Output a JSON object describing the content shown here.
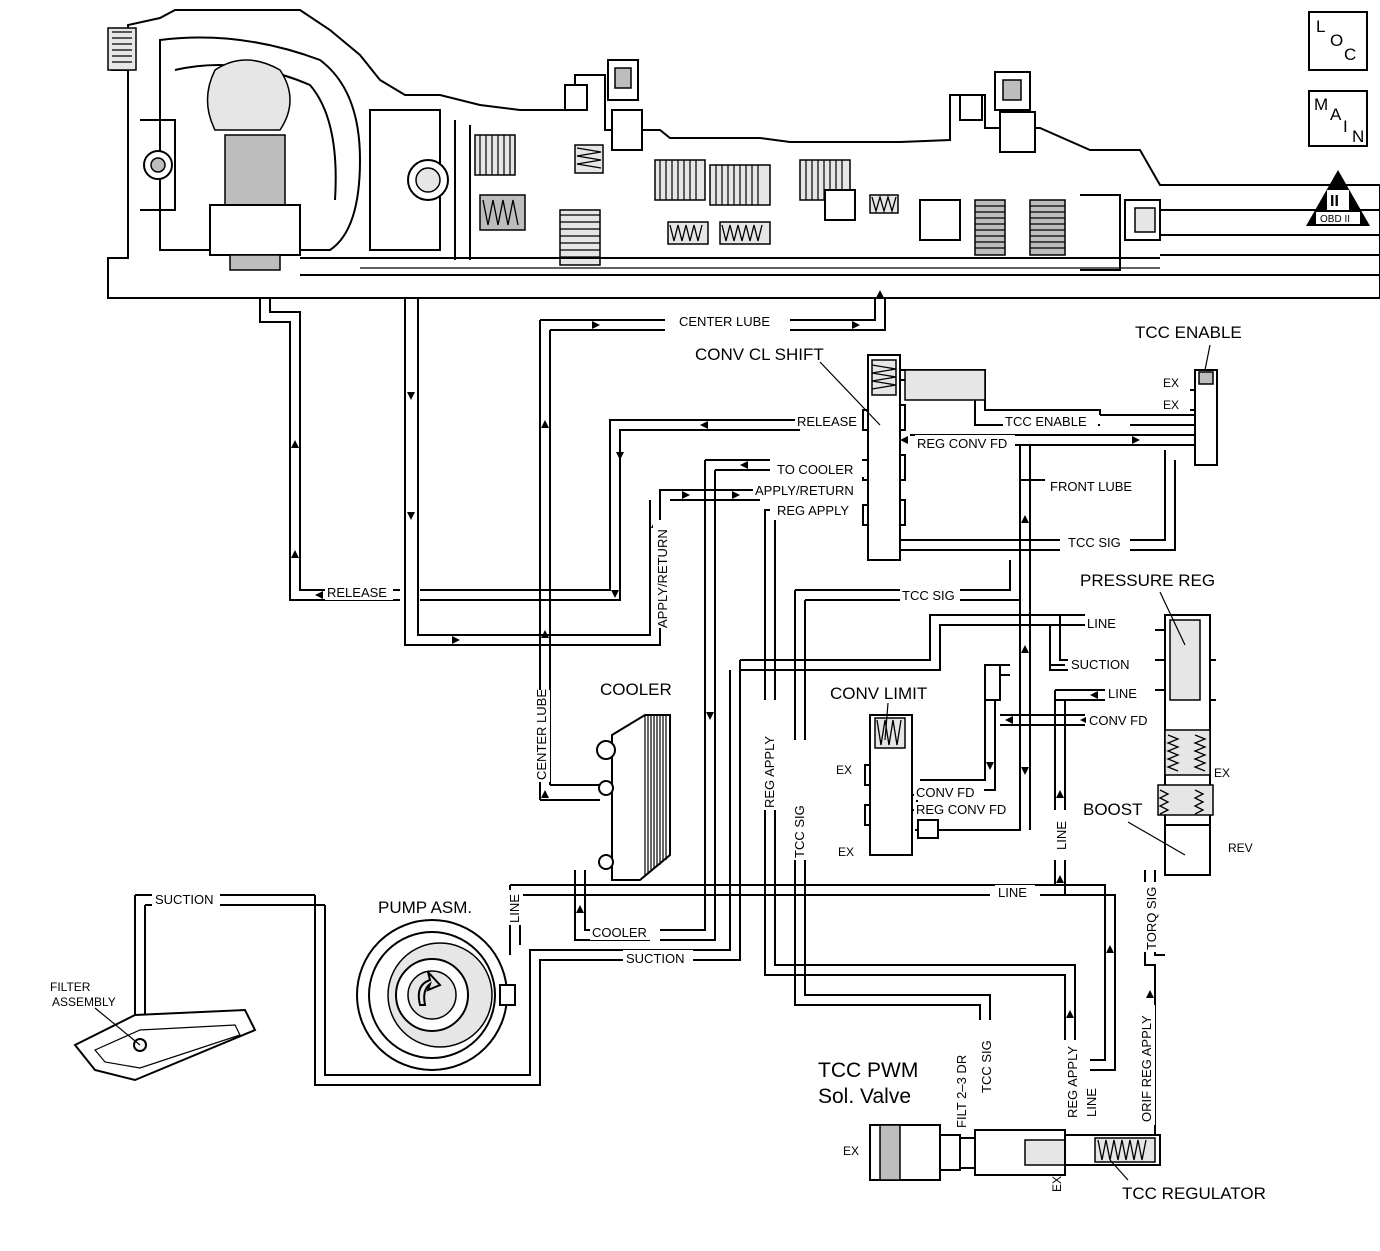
{
  "badges": {
    "loc": [
      "L",
      "O",
      "C"
    ],
    "main": [
      "M",
      "A",
      "I",
      "N"
    ],
    "obd_numeral": "II",
    "obd_label": "OBD II"
  },
  "components": {
    "conv_cl_shift": "CONV CL SHIFT",
    "tcc_enable": "TCC ENABLE",
    "pressure_reg": "PRESSURE REG",
    "conv_limit": "CONV LIMIT",
    "boost": "BOOST",
    "cooler": "COOLER",
    "pump": "PUMP ASM.",
    "filter": [
      "FILTER",
      "ASSEMBLY"
    ],
    "tcc_pwm": [
      "TCC PWM",
      "Sol. Valve"
    ],
    "tcc_regulator": "TCC REGULATOR"
  },
  "passages": {
    "center_lube": "CENTER LUBE",
    "release": "RELEASE",
    "tcc_enable": "TCC ENABLE",
    "reg_conv_fd": "REG CONV FD",
    "to_cooler": "TO COOLER",
    "apply_return": "APPLY/RETURN",
    "reg_apply": "REG APPLY",
    "front_lube": "FRONT LUBE",
    "tcc_sig": "TCC SIG",
    "line": "LINE",
    "suction": "SUCTION",
    "conv_fd": "CONV FD",
    "cooler": "COOLER",
    "torq_sig": "TORQ SIG",
    "orif_reg_apply": "ORIF REG APPLY",
    "filt_2_3_dr": "FILT 2–3 DR",
    "ex": "EX",
    "rev": "REV"
  }
}
